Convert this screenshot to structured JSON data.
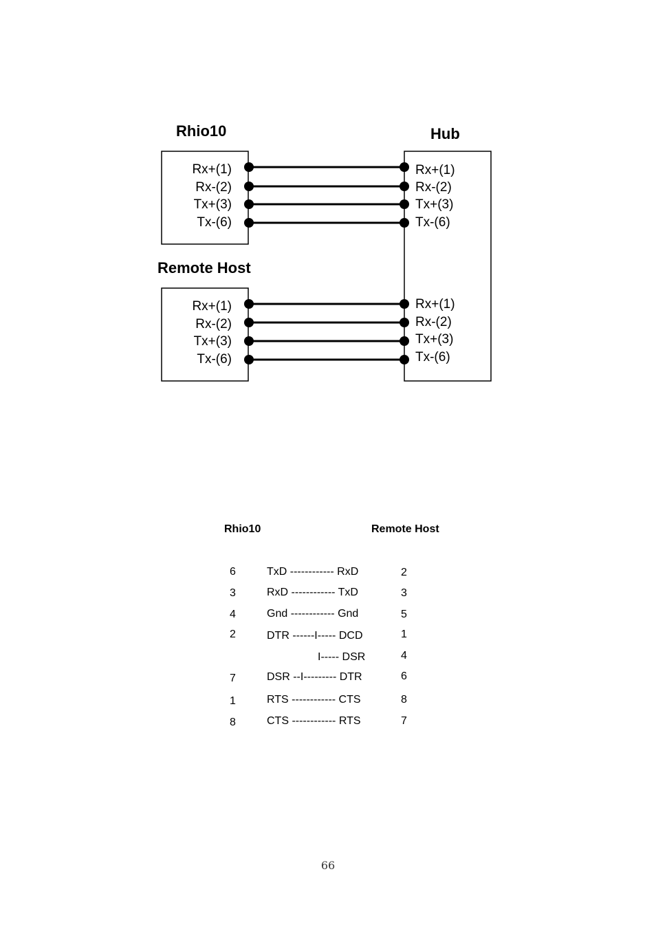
{
  "diagram1": {
    "rhio_title": "Rhio10",
    "hub_title": "Hub",
    "remote_title": "Remote Host",
    "rhio_pins": [
      "Rx+(1)",
      "Rx-(2)",
      "Tx+(3)",
      "Tx-(6)"
    ],
    "hub_pins_top": [
      "Rx+(1)",
      "Rx-(2)",
      "Tx+(3)",
      "Tx-(6)"
    ],
    "remote_pins": [
      "Rx+(1)",
      "Rx-(2)",
      "Tx+(3)",
      "Tx-(6)"
    ],
    "hub_pins_bottom": [
      "Rx+(1)",
      "Rx-(2)",
      "Tx+(3)",
      "Tx-(6)"
    ]
  },
  "diagram2": {
    "left_header": "Rhio10",
    "right_header": "Remote Host",
    "rows": [
      {
        "left_pin": "6",
        "connection": "TxD ------------ RxD",
        "right_pin": "2"
      },
      {
        "left_pin": "3",
        "connection": "RxD ------------ TxD",
        "right_pin": "3"
      },
      {
        "left_pin": "4",
        "connection": "Gnd ------------ Gnd",
        "right_pin": "5"
      },
      {
        "left_pin": "2",
        "connection": "DTR ------I----- DCD",
        "right_pin": "1"
      },
      {
        "left_pin": "",
        "connection": "I----- DSR",
        "right_pin": "4"
      },
      {
        "left_pin": "7",
        "connection": "DSR --I--------- DTR",
        "right_pin": "6"
      },
      {
        "left_pin": "1",
        "connection": "RTS ------------ CTS",
        "right_pin": "8"
      },
      {
        "left_pin": "8",
        "connection": "CTS ------------ RTS",
        "right_pin": "7"
      }
    ]
  },
  "page_number": "66"
}
